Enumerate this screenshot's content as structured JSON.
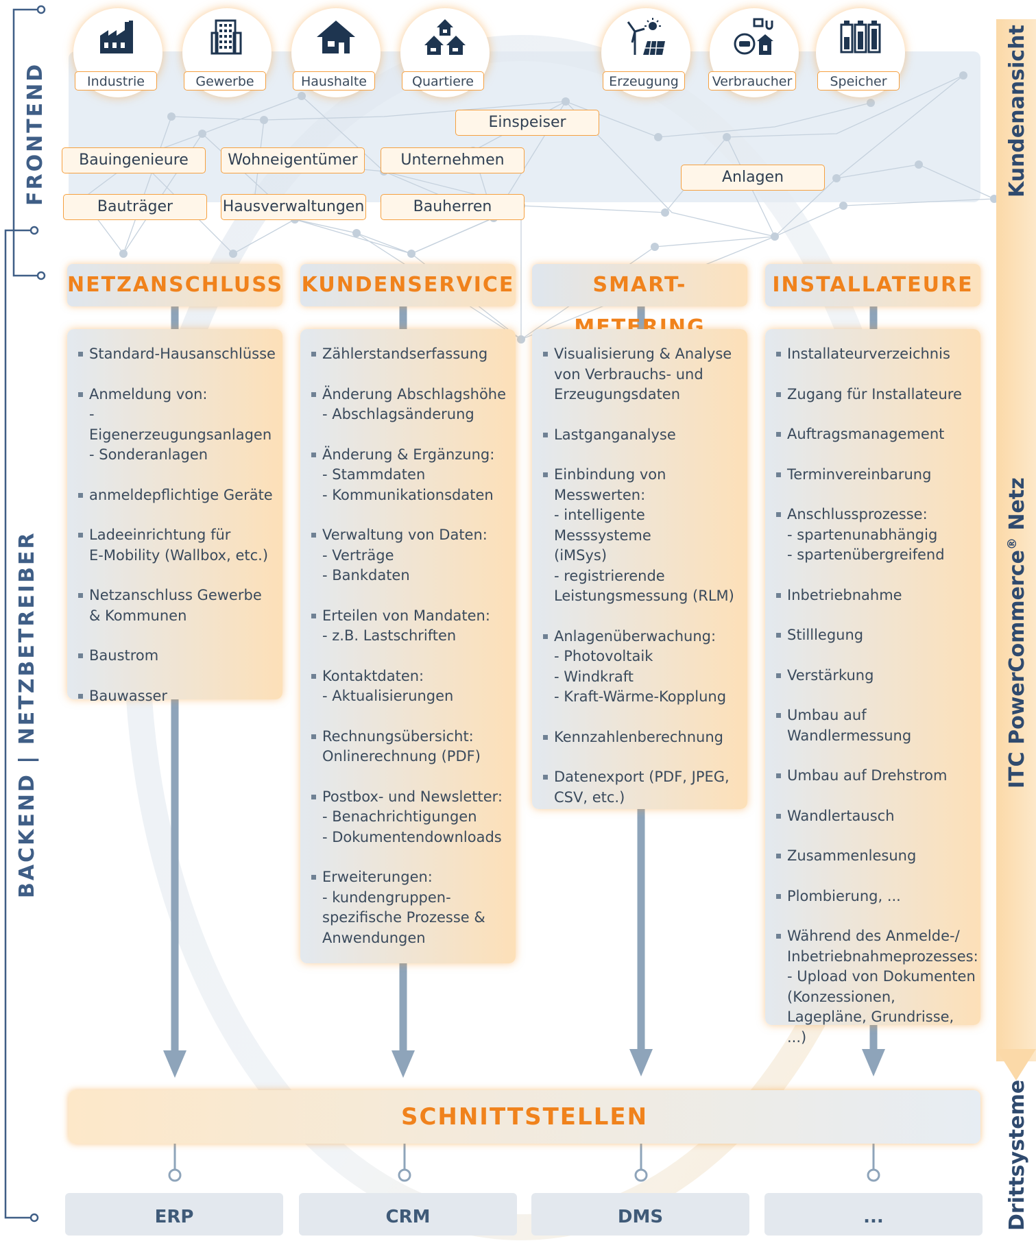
{
  "frame": {
    "frontend": "FRONTEND",
    "backend": "BACKEND | NETZBETREIBER"
  },
  "right_labels": {
    "top": "Kundenansicht",
    "middle_brand": "ITC PowerCommerce",
    "middle_reg": "®",
    "middle_suffix": "Netz",
    "bottom": "Drittsysteme"
  },
  "customer_categories": [
    {
      "label": "Industrie",
      "icon": "factory-icon"
    },
    {
      "label": "Gewerbe",
      "icon": "office-building-icon"
    },
    {
      "label": "Haushalte",
      "icon": "house-icon"
    },
    {
      "label": "Quartiere",
      "icon": "houses-group-icon"
    },
    {
      "label": "Erzeugung",
      "icon": "wind-solar-icon"
    },
    {
      "label": "Verbraucher",
      "icon": "ev-charging-icon"
    },
    {
      "label": "Speicher",
      "icon": "battery-storage-icon"
    }
  ],
  "tags": [
    "Einspeiser",
    "Bauingenieure",
    "Wohneigentümer",
    "Unternehmen",
    "Anlagen",
    "Bauträger",
    "Hausverwaltungen",
    "Bauherren"
  ],
  "columns": [
    {
      "title": "NETZANSCHLUSS",
      "items": [
        {
          "main": "Standard-Hausanschlüsse",
          "subs": []
        },
        {
          "main": "Anmeldung von:",
          "subs": [
            "- Eigenerzeugungsanlagen",
            "- Sonderanlagen"
          ]
        },
        {
          "main": "anmeldepflichtige Geräte",
          "subs": []
        },
        {
          "main": "Ladeeinrichtung für",
          "subs": [
            "E-Mobility (Wallbox, etc.)"
          ]
        },
        {
          "main": "Netzanschluss Gewerbe",
          "subs": [
            "& Kommunen"
          ]
        },
        {
          "main": "Baustrom",
          "subs": []
        },
        {
          "main": "Bauwasser",
          "subs": []
        }
      ]
    },
    {
      "title": "KUNDENSERVICE",
      "items": [
        {
          "main": "Zählerstandserfassung",
          "subs": []
        },
        {
          "main": "Änderung Abschlagshöhe",
          "subs": [
            "- Abschlagsänderung"
          ]
        },
        {
          "main": "Änderung & Ergänzung:",
          "subs": [
            "- Stammdaten",
            "- Kommunikationsdaten"
          ]
        },
        {
          "main": "Verwaltung von Daten:",
          "subs": [
            "- Verträge",
            "- Bankdaten"
          ]
        },
        {
          "main": "Erteilen von Mandaten:",
          "subs": [
            "- z.B. Lastschriften"
          ]
        },
        {
          "main": "Kontaktdaten:",
          "subs": [
            "- Aktualisierungen"
          ]
        },
        {
          "main": "Rechnungsübersicht:",
          "subs": [
            "Onlinerechnung (PDF)"
          ]
        },
        {
          "main": "Postbox- und Newsletter:",
          "subs": [
            "- Benachrichtigungen",
            "- Dokumentendownloads"
          ]
        },
        {
          "main": "Erweiterungen:",
          "subs": [
            "- kundengruppen-",
            "spezifische Prozesse &",
            "Anwendungen"
          ]
        }
      ]
    },
    {
      "title": "SMART-METERING",
      "items": [
        {
          "main": "Visualisierung & Analyse",
          "subs": [
            "von Verbrauchs- und",
            "Erzeugungsdaten"
          ]
        },
        {
          "main": "Lastganganalyse",
          "subs": []
        },
        {
          "main": "Einbindung von",
          "subs": [
            "Messwerten:",
            "- intelligente Messsysteme",
            "(iMSys)",
            "- registrierende",
            "Leistungsmessung (RLM)"
          ]
        },
        {
          "main": "Anlagenüberwachung:",
          "subs": [
            "- Photovoltaik",
            "- Windkraft",
            "- Kraft-Wärme-Kopplung"
          ]
        },
        {
          "main": "Kennzahlenberechnung",
          "subs": []
        },
        {
          "main": "Datenexport (PDF, JPEG,",
          "subs": [
            "CSV, etc.)"
          ]
        }
      ]
    },
    {
      "title": "INSTALLATEURE",
      "items": [
        {
          "main": "Installateurverzeichnis",
          "subs": []
        },
        {
          "main": "Zugang für Installateure",
          "subs": []
        },
        {
          "main": "Auftragsmanagement",
          "subs": []
        },
        {
          "main": "Terminvereinbarung",
          "subs": []
        },
        {
          "main": "Anschlussprozesse:",
          "subs": [
            "- spartenunabhängig",
            "- spartenübergreifend"
          ]
        },
        {
          "main": "Inbetriebnahme",
          "subs": []
        },
        {
          "main": "Stilllegung",
          "subs": []
        },
        {
          "main": "Verstärkung",
          "subs": []
        },
        {
          "main": "Umbau auf Wandlermessung",
          "subs": []
        },
        {
          "main": "Umbau auf Drehstrom",
          "subs": []
        },
        {
          "main": "Wandlertausch",
          "subs": []
        },
        {
          "main": "Zusammenlesung",
          "subs": []
        },
        {
          "main": "Plombierung, ...",
          "subs": []
        },
        {
          "main": "Während des Anmelde-/",
          "subs": [
            "Inbetriebnahmeprozesses:",
            "- Upload von Dokumenten",
            "(Konzessionen,",
            "Lagepläne, Grundrisse, ...)"
          ]
        }
      ]
    }
  ],
  "interface_label": "SCHNITTSTELLEN",
  "third_party_systems": [
    "ERP",
    "CRM",
    "DMS",
    "..."
  ],
  "colors": {
    "orange": "#f0821c",
    "navy": "#1e3550",
    "blue_label": "#3f5e86",
    "arrow": "#8ea4ba"
  }
}
